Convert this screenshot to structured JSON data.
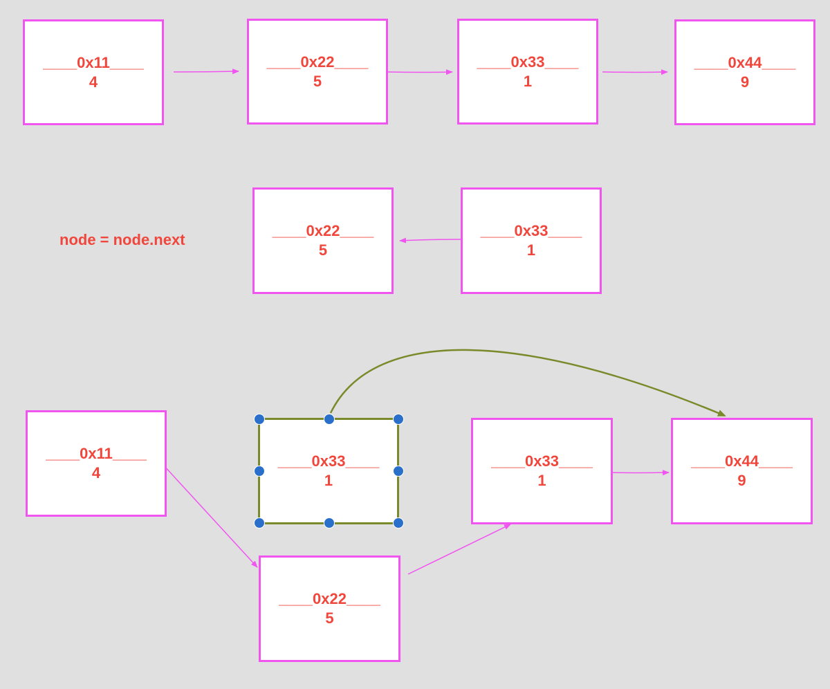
{
  "colors": {
    "background": "#e0e0e0",
    "node_border": "#f055f0",
    "node_text": "#f0463c",
    "selected_border": "#7a8a2a",
    "handle": "#2a6fc9"
  },
  "row1": {
    "n1": {
      "address": "____0x11____",
      "value": "4"
    },
    "n2": {
      "address": "____0x22____",
      "value": "5"
    },
    "n3": {
      "address": "____0x33____",
      "value": "1"
    },
    "n4": {
      "address": "____0x44____",
      "value": "9"
    }
  },
  "row2": {
    "caption": "node = node.next",
    "n1": {
      "address": "____0x22____",
      "value": "5"
    },
    "n2": {
      "address": "____0x33____",
      "value": "1"
    }
  },
  "row3": {
    "n1": {
      "address": "____0x11____",
      "value": "4"
    },
    "selected": {
      "address": "____0x33____",
      "value": "1"
    },
    "n3": {
      "address": "____0x33____",
      "value": "1"
    },
    "n4": {
      "address": "____0x44____",
      "value": "9"
    },
    "n5": {
      "address": "____0x22____",
      "value": "5"
    }
  }
}
